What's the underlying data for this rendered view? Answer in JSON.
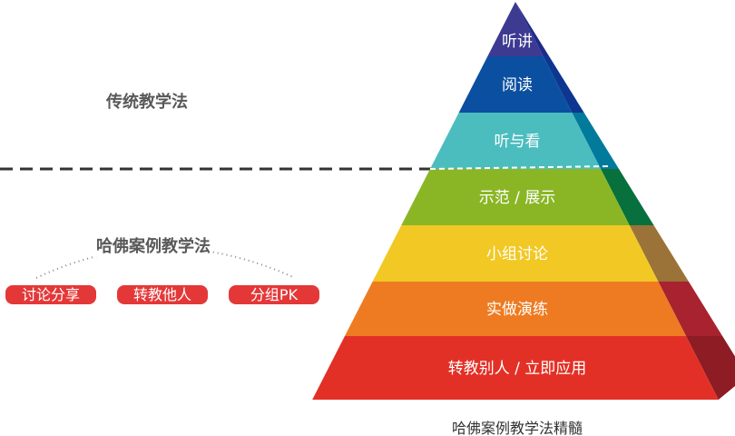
{
  "traditional_label": "传统教学法",
  "harvard_label": "哈佛案例教学法",
  "methods": [
    "讨论分享",
    "转教他人",
    "分组PK"
  ],
  "caption": "哈佛案例教学法精髓",
  "pyramid": [
    {
      "label": "听讲",
      "front": "#3d3a92",
      "side": "#1f2b8a"
    },
    {
      "label": "阅读",
      "front": "#0b4fa0",
      "side": "#0d3690"
    },
    {
      "label": "听与看",
      "front": "#4bbdbf",
      "side": "#027a9b"
    },
    {
      "label": "示范 / 展示",
      "front": "#8ab626",
      "side": "#08703c"
    },
    {
      "label": "小组讨论",
      "front": "#f2c824",
      "side": "#9b7338"
    },
    {
      "label": "实做演练",
      "front": "#ee7b22",
      "side": "#a8232f"
    },
    {
      "label": "转教别人 / 立即应用",
      "front": "#e33026",
      "side": "#8d1c24"
    }
  ]
}
